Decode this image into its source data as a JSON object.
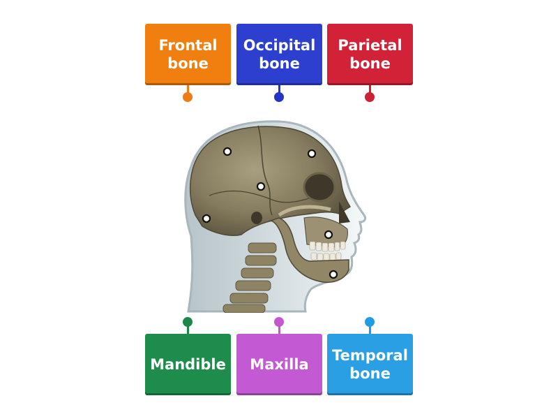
{
  "labels": {
    "top": [
      {
        "text": "Frontal\nbone",
        "color": "#f07f0f",
        "pin_color": "#ef7b12"
      },
      {
        "text": "Occipital\nbone",
        "color": "#2d3fcf",
        "pin_color": "#2434c6"
      },
      {
        "text": "Parietal\nbone",
        "color": "#d22237",
        "pin_color": "#cf1f35"
      }
    ],
    "bottom": [
      {
        "text": "Mandible",
        "color": "#1e8c4a",
        "pin_color": "#1a8947"
      },
      {
        "text": "Maxilla",
        "color": "#c45ad3",
        "pin_color": "#c257d0"
      },
      {
        "text": "Temporal\nbone",
        "color": "#2a9fe3",
        "pin_color": "#219ce3"
      }
    ]
  },
  "image": {
    "subject": "lateral view of human skull inside head silhouette"
  }
}
